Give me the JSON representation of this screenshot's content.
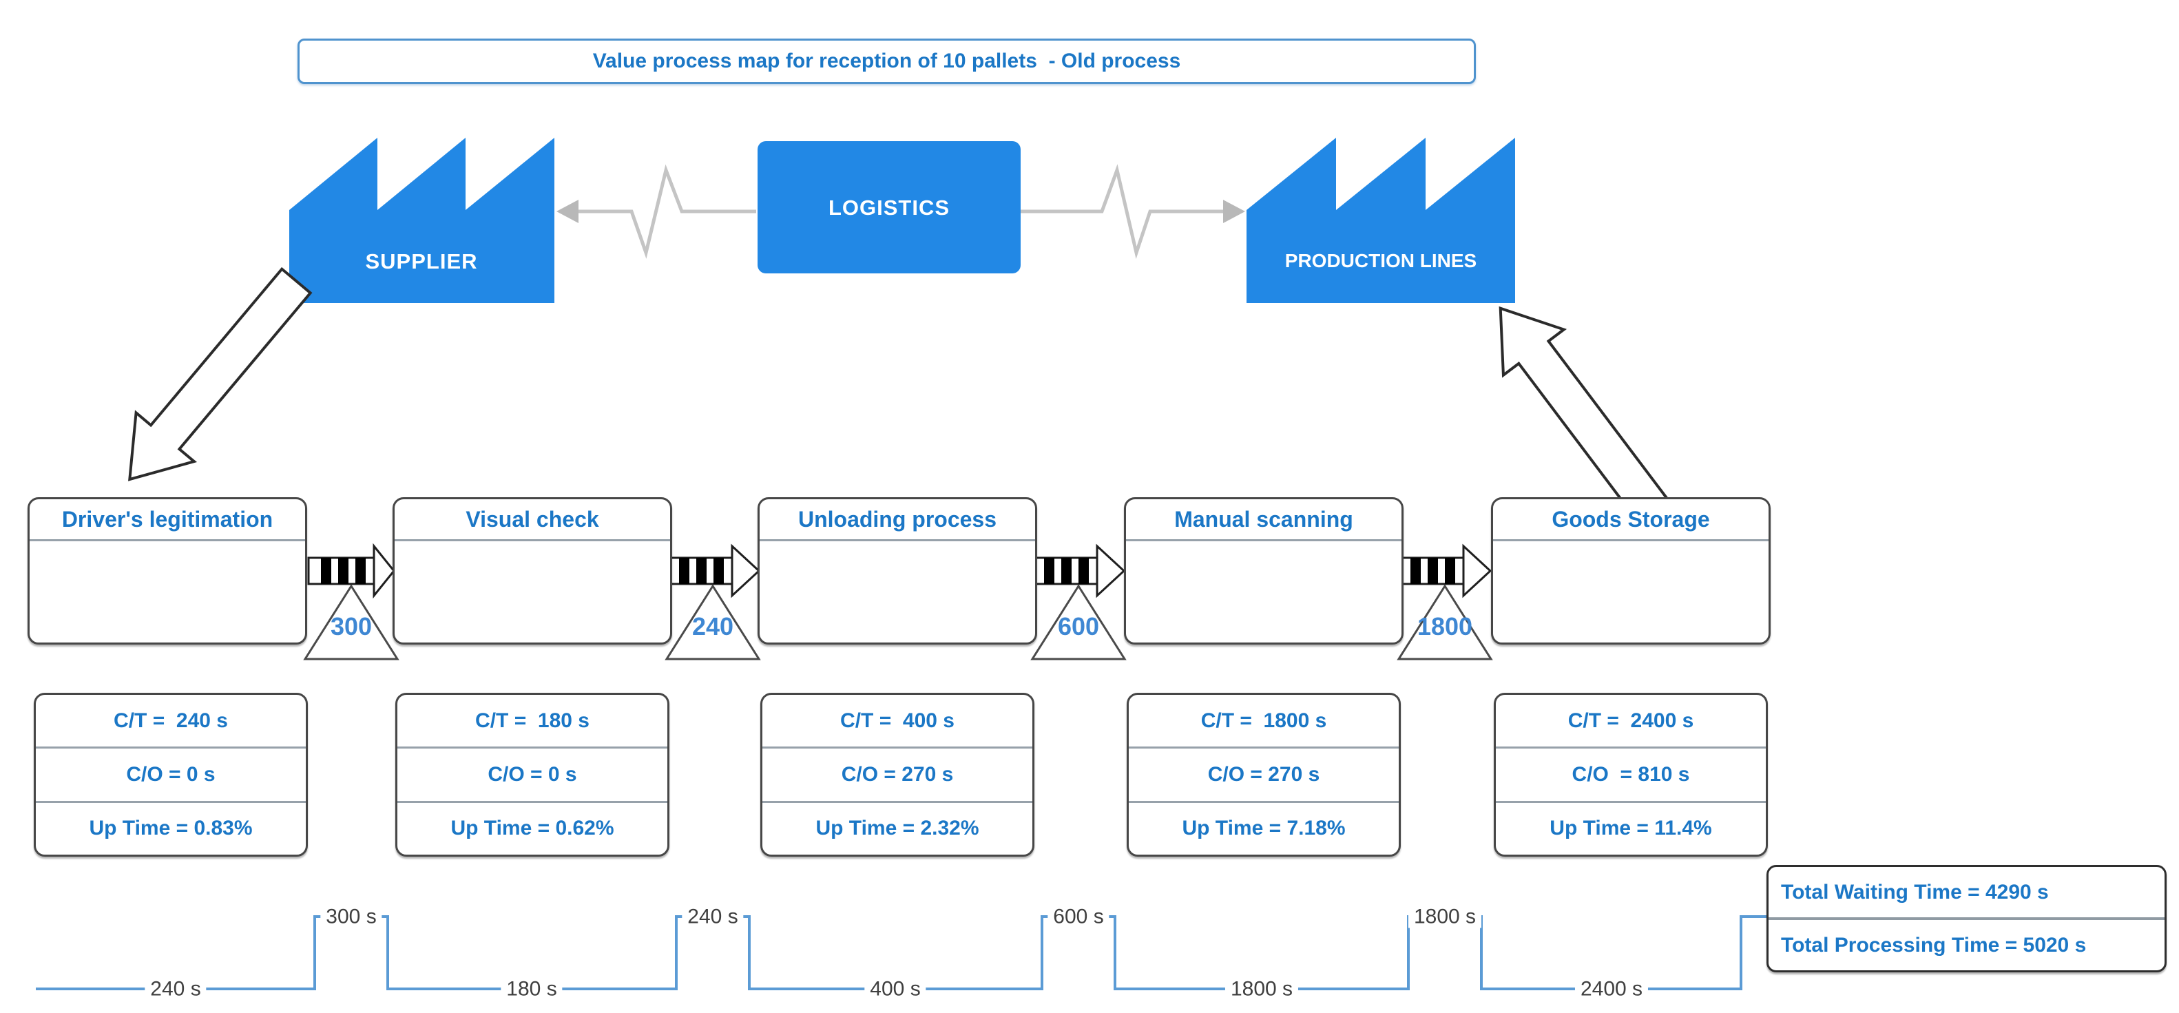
{
  "title": "Value process map for reception of 10 pallets  - Old process",
  "entities": {
    "supplier": "SUPPLIER",
    "logistics": "LOGISTICS",
    "production": "PRODUCTION LINES"
  },
  "processes": [
    {
      "name": "Driver's legitimation",
      "ct": "C/T =  240 s",
      "co": "C/O = 0 s",
      "uptime": "Up Time = 0.83%"
    },
    {
      "name": "Visual check",
      "ct": "C/T =  180 s",
      "co": "C/O = 0 s",
      "uptime": "Up Time = 0.62%"
    },
    {
      "name": "Unloading process",
      "ct": "C/T =  400 s",
      "co": "C/O = 270 s",
      "uptime": "Up Time = 2.32%"
    },
    {
      "name": "Manual scanning",
      "ct": "C/T =  1800 s",
      "co": "C/O = 270 s",
      "uptime": "Up Time = 7.18%"
    },
    {
      "name": "Goods Storage",
      "ct": "C/T =  2400 s",
      "co": "C/O  = 810 s",
      "uptime": "Up Time = 11.4%"
    }
  ],
  "inventory_triangles": [
    "300",
    "240",
    "600",
    "1800"
  ],
  "timeline": {
    "processing": [
      "240 s",
      "180 s",
      "400 s",
      "1800 s",
      "2400 s"
    ],
    "waiting": [
      "300 s",
      "240 s",
      "600 s",
      "1800 s"
    ]
  },
  "totals": {
    "waiting": "Total Waiting Time = 4290 s",
    "processing": "Total Processing Time = 5020 s"
  },
  "colors": {
    "accent_blue": "#2288e5",
    "text_blue": "#1b77c6",
    "timeline_blue": "#5b9bd5",
    "connector_gray": "#c4c4c4"
  }
}
